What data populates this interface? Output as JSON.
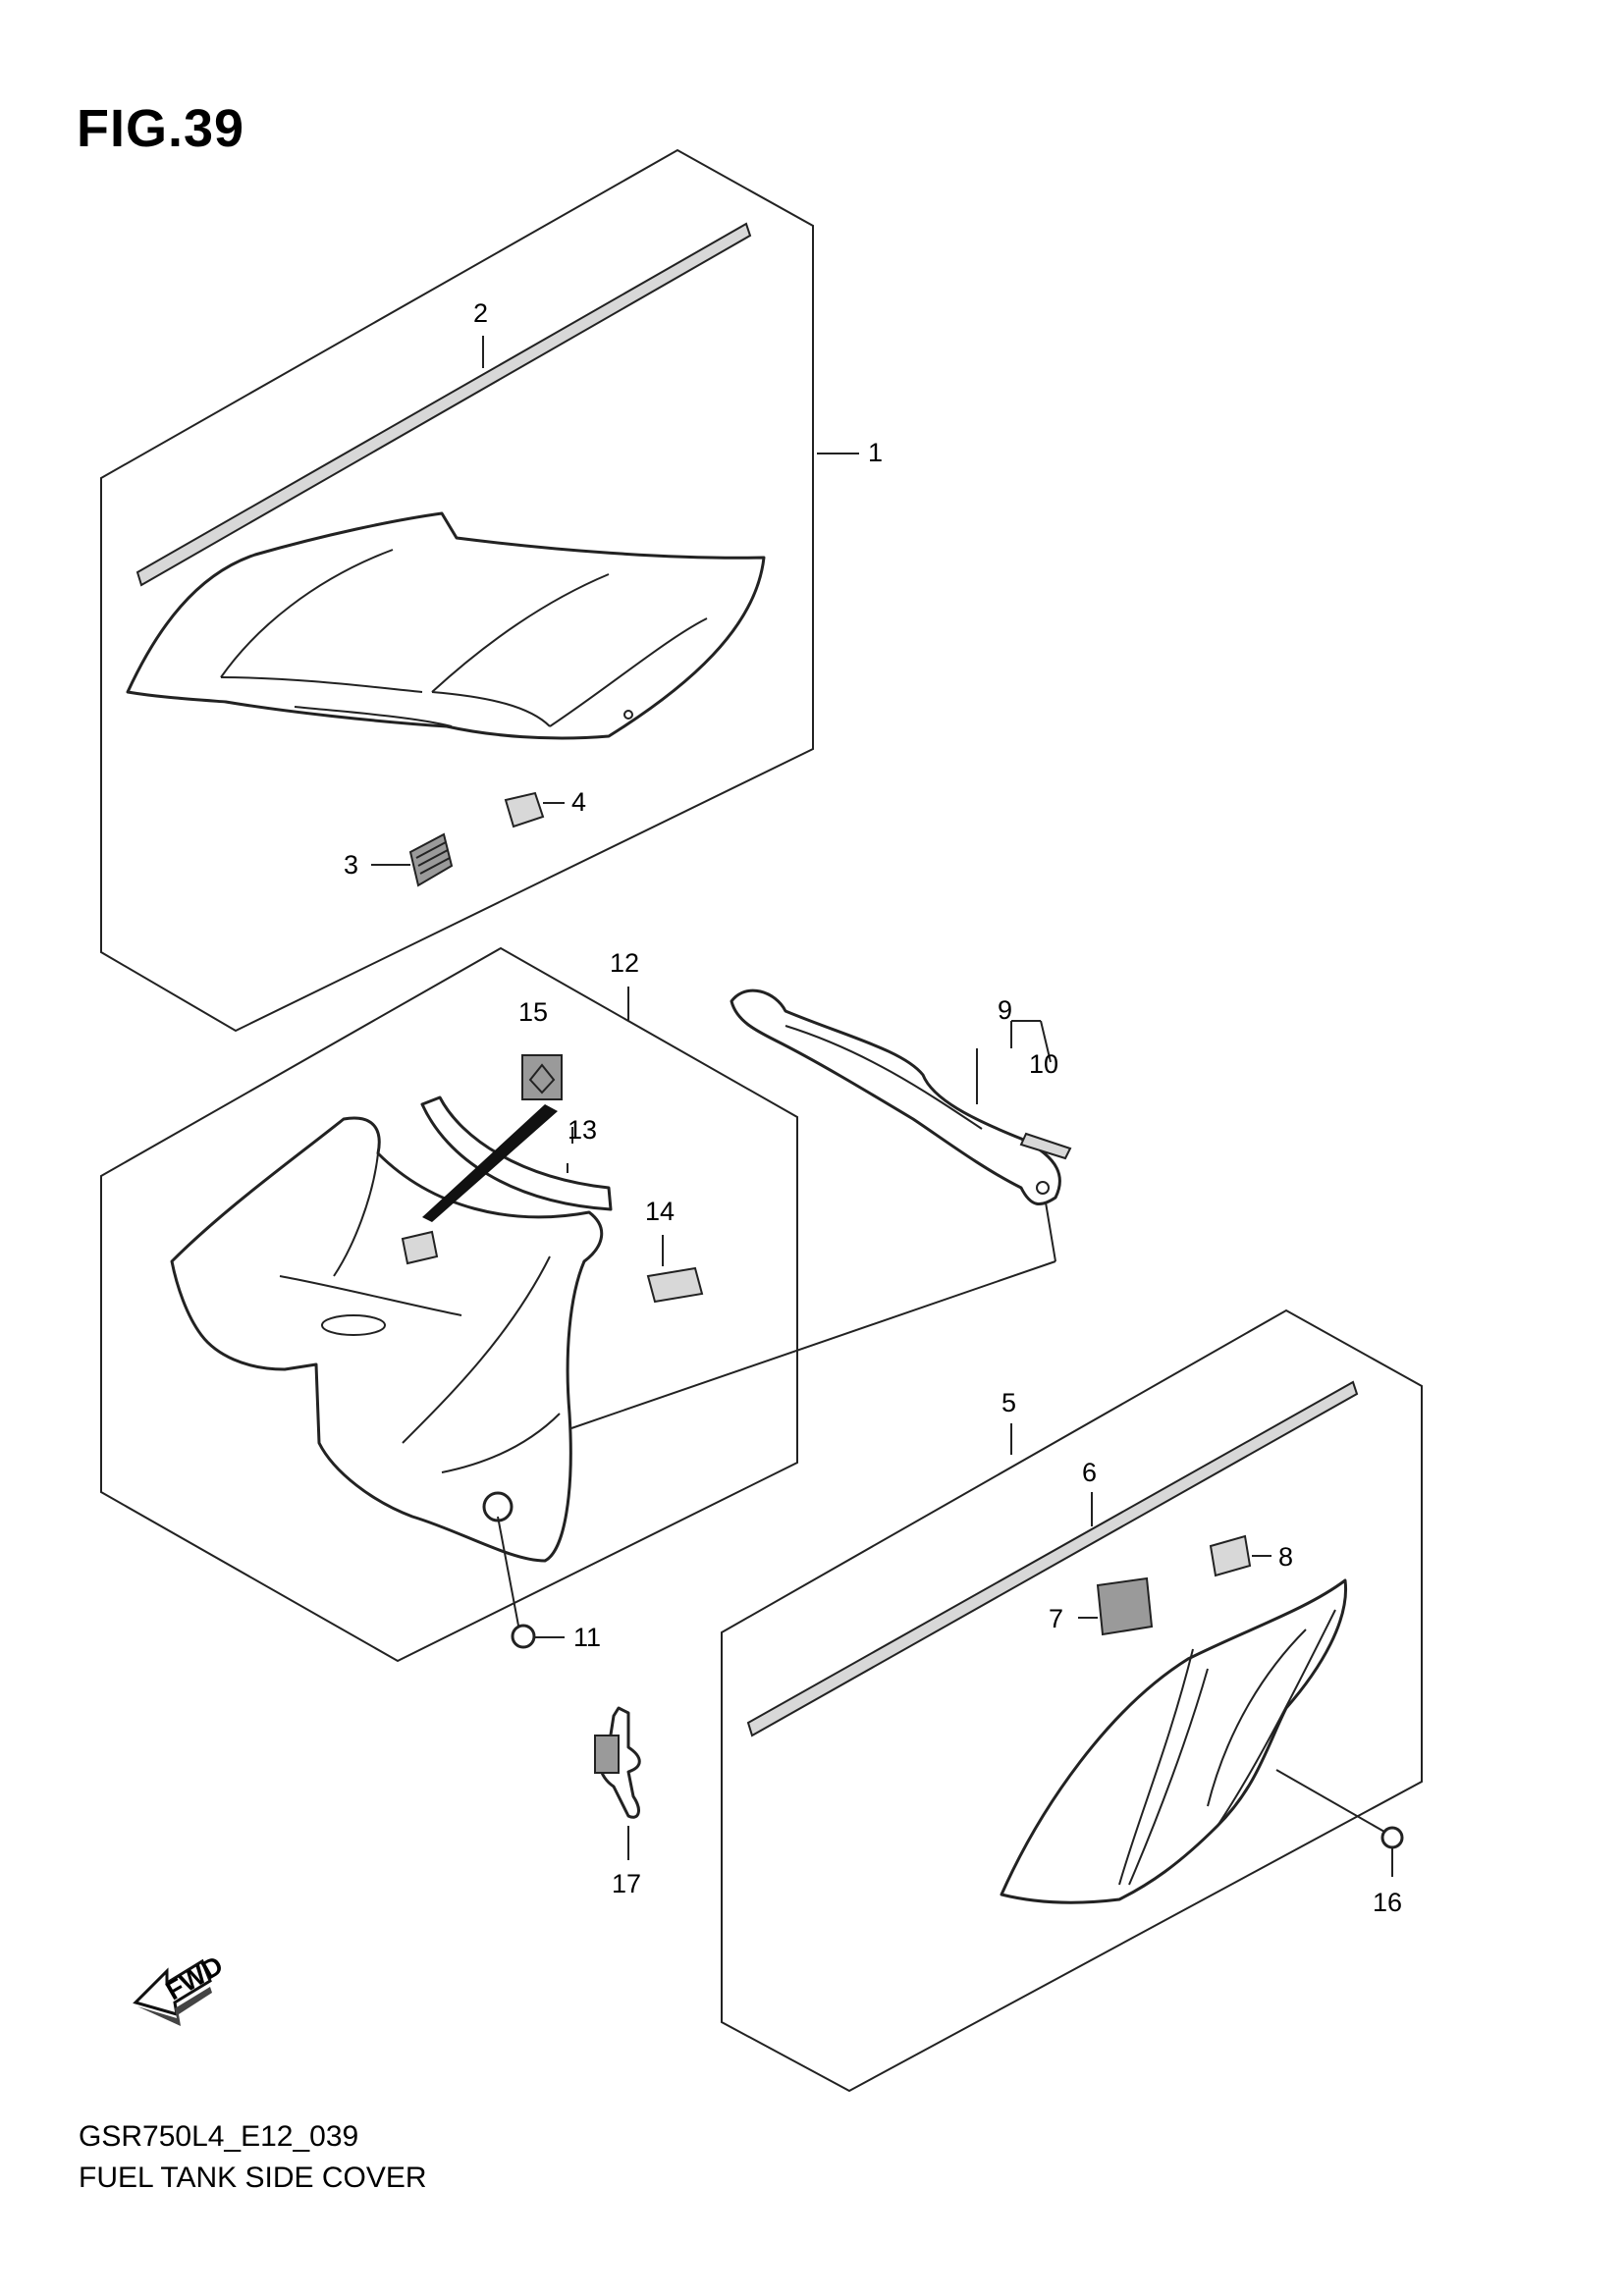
{
  "figure_title": "FIG.39",
  "diagram_code": "GSR750L4_E12_039",
  "diagram_name": "FUEL TANK SIDE COVER",
  "fwd_label": "FWD",
  "callouts": {
    "c1": "1",
    "c2": "2",
    "c3": "3",
    "c4": "4",
    "c5": "5",
    "c6": "6",
    "c7": "7",
    "c8": "8",
    "c9": "9",
    "c10": "10",
    "c11": "11",
    "c12": "12",
    "c13": "13",
    "c14": "14",
    "c15": "15",
    "c16": "16",
    "c17": "17"
  }
}
